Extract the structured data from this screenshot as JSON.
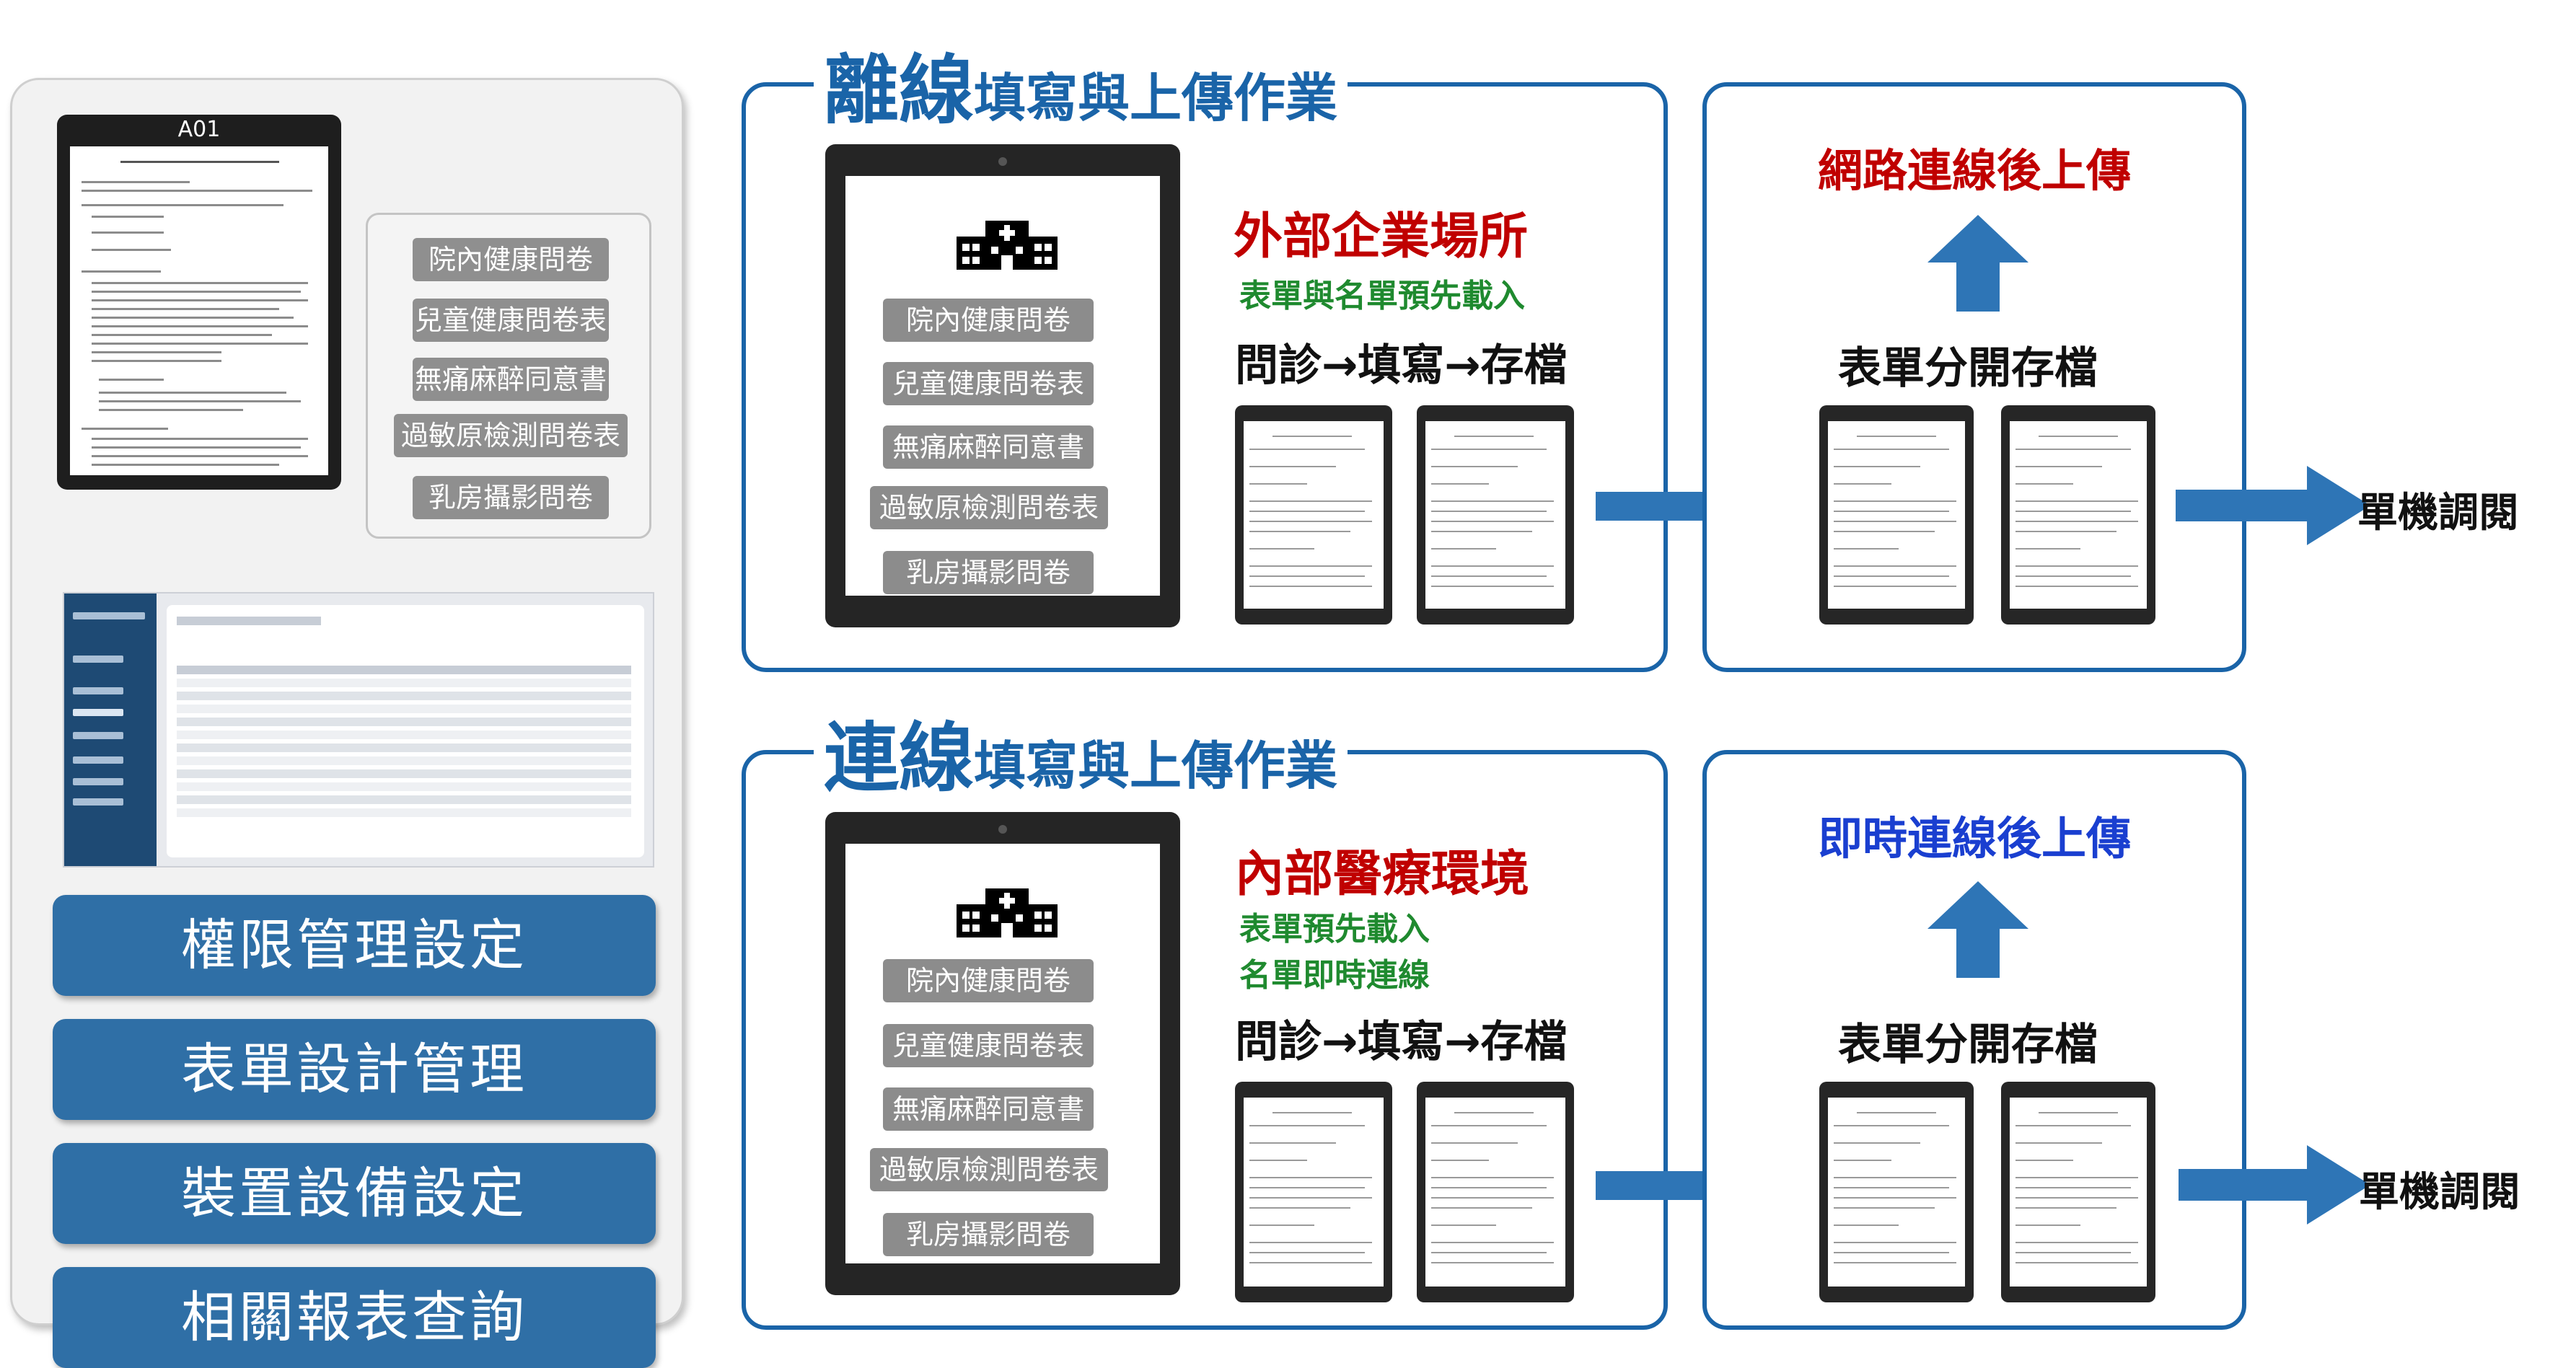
{
  "left_panel": {
    "tablet_title": "A01",
    "form_list": [
      "院內健康問卷",
      "兒童健康問卷表",
      "無痛麻醉同意書",
      "過敏原檢測問卷表",
      "乳房攝影問卷"
    ],
    "management_buttons": [
      "權限管理設定",
      "表單設計管理",
      "裝置設備設定",
      "相關報表查詢"
    ]
  },
  "offline_section": {
    "title_main": "離線",
    "title_sub": "填寫與上傳作業",
    "forms": [
      "院內健康問卷",
      "兒童健康問卷表",
      "無痛麻醉同意書",
      "過敏原檢測問卷表",
      "乳房攝影問卷"
    ],
    "location": "外部企業場所",
    "preload_lines": [
      "表單與名單預先載入"
    ],
    "workflow": "問診→填寫→存檔",
    "upload_note": "網路連線後上傳",
    "store": "表單分開存檔",
    "end": "單機調閱"
  },
  "online_section": {
    "title_main": "連線",
    "title_sub": "填寫與上傳作業",
    "forms": [
      "院內健康問卷",
      "兒童健康問卷表",
      "無痛麻醉同意書",
      "過敏原檢測問卷表",
      "乳房攝影問卷"
    ],
    "location": "內部醫療環境",
    "preload_lines": [
      "表單預先載入",
      "名單即時連線"
    ],
    "workflow": "問診→填寫→存檔",
    "upload_note": "即時連線後上傳",
    "store": "表單分開存檔",
    "end": "單機調閱"
  },
  "colors": {
    "section_border": "#1a64a8",
    "arrow": "#2e75b6",
    "management_button": "#2f6fa6",
    "location_red": "#c00000",
    "green_text": "#1f8a2f",
    "offline_upload": "#c00000",
    "online_upload": "#1a3fd0"
  },
  "icons": [
    "hospital-icon",
    "right-arrow-icon",
    "up-arrow-icon"
  ]
}
